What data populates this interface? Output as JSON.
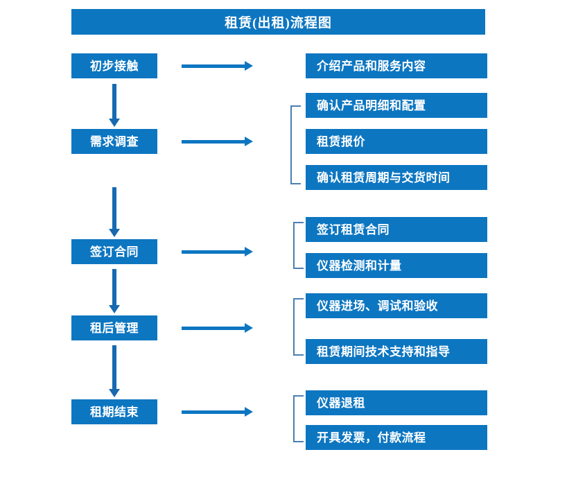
{
  "diagram": {
    "title": "租赁(出租)流程图",
    "colors": {
      "box_fill": "#0d76c1",
      "box_text": "#ffffff",
      "arrow": "#0d76c1",
      "bracket": "#4a7fb0",
      "background": "#ffffff"
    },
    "stages": [
      {
        "label": "初步接触",
        "arrow": "right-arrow",
        "bracket": false,
        "details": [
          "介绍产品和服务内容"
        ]
      },
      {
        "label": "需求调查",
        "arrow": "right-arrow",
        "bracket": true,
        "details": [
          "确认产品明细和配置",
          "租赁报价",
          "确认租赁周期与交货时间"
        ]
      },
      {
        "label": "签订合同",
        "arrow": "right-arrow",
        "bracket": true,
        "details": [
          "签订租赁合同",
          "仪器检测和计量"
        ]
      },
      {
        "label": "租后管理",
        "arrow": "right-arrow",
        "bracket": true,
        "details": [
          "仪器进场、调试和验收",
          "租赁期间技术支持和指导"
        ]
      },
      {
        "label": "租期结束",
        "arrow": "right-arrow",
        "bracket": true,
        "details": [
          "仪器退租",
          "开具发票，付款流程"
        ]
      }
    ],
    "flow_connectors": [
      "初步接触 → 需求调查",
      "需求调查 → 签订合同",
      "签订合同 → 租后管理",
      "租后管理 → 租期结束"
    ]
  }
}
